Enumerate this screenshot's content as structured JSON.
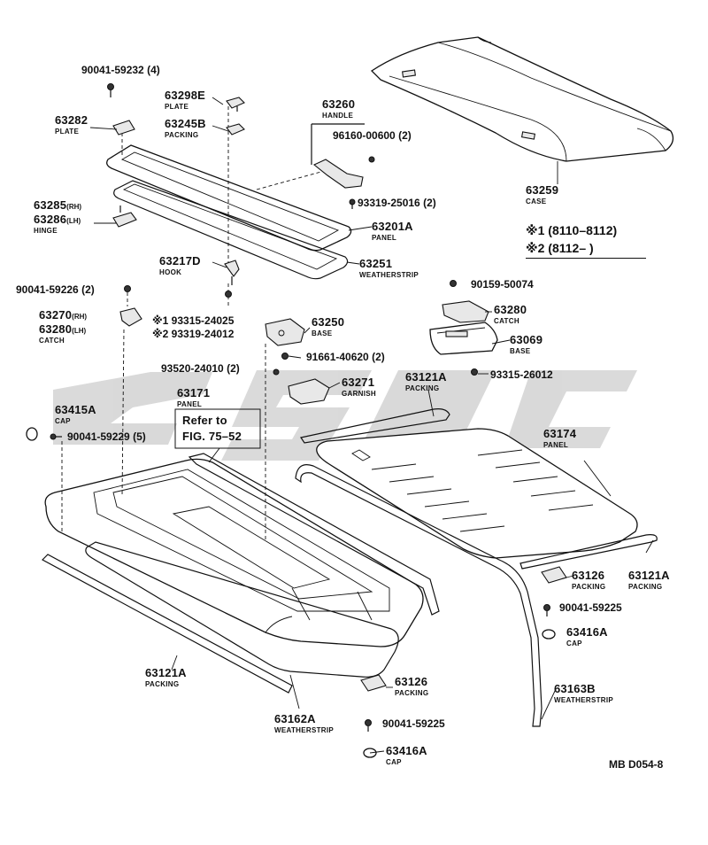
{
  "labels": {
    "p90041_59232": "90041-59232 (4)",
    "p63298e": "63298E",
    "p63298e_sub": "PLATE",
    "p63260": "63260",
    "p63260_sub": "HANDLE",
    "p63282": "63282",
    "p63282_sub": "PLATE",
    "p63245b": "63245B",
    "p63245b_sub": "PACKING",
    "p96160": "96160-00600 (2)",
    "p63259": "63259",
    "p63259_sub": "CASE",
    "p63285": "63285",
    "p63285_rh": "(RH)",
    "p63286": "63286",
    "p63286_lh": "(LH)",
    "hinge_sub": "HINGE",
    "p93319_25016": "93319-25016 (2)",
    "p63201a": "63201A",
    "p63201a_sub": "PANEL",
    "note1": "※1 (8110–8112)",
    "note2": "※2 (8112–        )",
    "p63217d": "63217D",
    "p63217d_sub": "HOOK",
    "p63251": "63251",
    "p63251_sub": "WEATHERSTRIP",
    "p90041_59226": "90041-59226 (2)",
    "p90159": "90159-50074",
    "p63270": "63270",
    "p63270_rh": "(RH)",
    "p63280lh": "63280",
    "p63280lh_lh": "(LH)",
    "catch_sub": "CATCH",
    "p93315_24025": "※1 93315-24025",
    "p93319_24012": "※2 93319-24012",
    "p63250": "63250",
    "p63250_sub": "BASE",
    "p63280": "63280",
    "p63280_sub": "CATCH",
    "p63069": "63069",
    "p63069_sub": "BASE",
    "p91661": "91661-40620 (2)",
    "p93520": "93520-24010 (2)",
    "p93315_26012": "93315-26012",
    "p63271": "63271",
    "p63271_sub": "GARNISH",
    "p63121a_top": "63121A",
    "p63121a_top_sub": "PACKING",
    "p63171": "63171",
    "p63171_sub": "PANEL",
    "refer1": "Refer to",
    "refer2": "FIG. 75–52",
    "p63415a": "63415A",
    "p63415a_sub": "CAP",
    "p90041_59229": "90041-59229 (5)",
    "p63174": "63174",
    "p63174_sub": "PANEL",
    "p63126_r": "63126",
    "p63126_r_sub": "PACKING",
    "p63121a_r": "63121A",
    "p63121a_r_sub": "PACKING",
    "p90041_59225_r": "90041-59225",
    "p63416a_r": "63416A",
    "p63416a_r_sub": "CAP",
    "p63121a_l": "63121A",
    "p63121a_l_sub": "PACKING",
    "p63126_c": "63126",
    "p63126_c_sub": "PACKING",
    "p63163b": "63163B",
    "p63163b_sub": "WEATHERSTRIP",
    "p63162a": "63162A",
    "p63162a_sub": "WEATHERSTRIP",
    "p90041_59225_c": "90041-59225",
    "p63416a_c": "63416A",
    "p63416a_c_sub": "CAP",
    "code": "MB D054-8"
  }
}
